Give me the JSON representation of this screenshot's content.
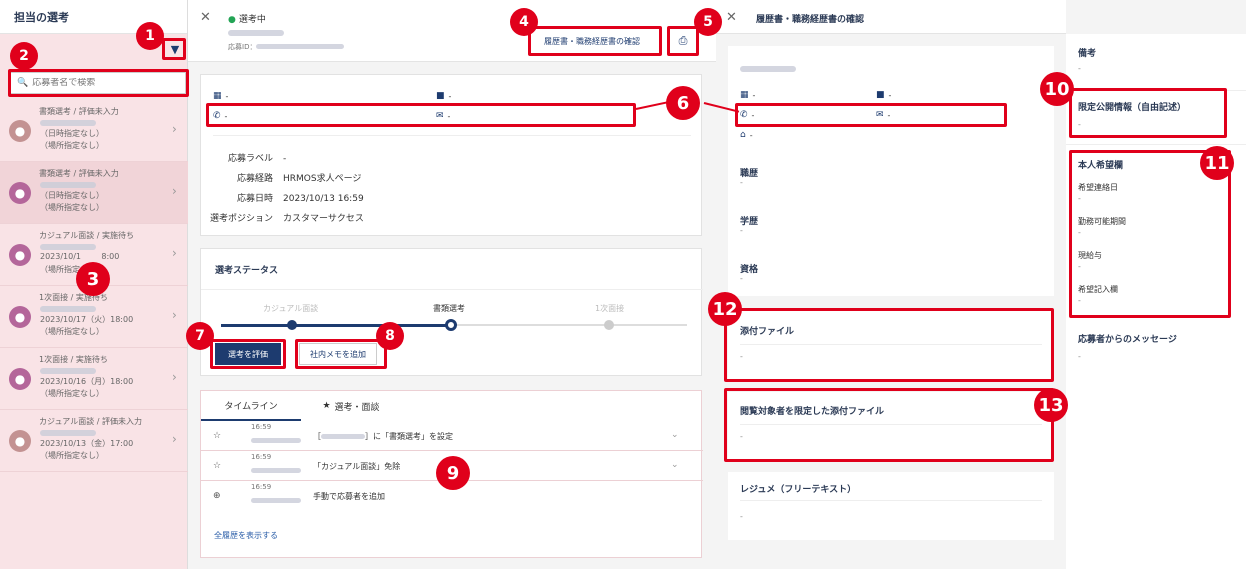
{
  "left": {
    "title": "担当の選考",
    "search_placeholder": "応募者名で検索",
    "candidates": [
      {
        "stage": "書類選考 / 評価未入力",
        "l1": "（日時指定なし）",
        "l2": "（場所指定なし）"
      },
      {
        "stage": "書類選考 / 評価未入力",
        "l1": "（日時指定なし）",
        "l2": "（場所指定なし）"
      },
      {
        "stage": "カジュアル面談 / 実施待ち",
        "l1": "2023/10/1",
        "l1b": "8:00",
        "l2": "（場所指定なし）"
      },
      {
        "stage": "1次面接 / 実施待ち",
        "l1": "2023/10/17（火）18:00",
        "l2": "（場所指定なし）"
      },
      {
        "stage": "1次面接 / 実施待ち",
        "l1": "2023/10/16（月）18:00",
        "l2": "（場所指定なし）"
      },
      {
        "stage": "カジュアル面談 / 評価未入力",
        "l1": "2023/10/13（金）17:00",
        "l2": "（場所指定なし）"
      }
    ]
  },
  "middle": {
    "status": "選考中",
    "app_id_label": "応募ID：",
    "resume_button": "履歴書・職務経歴書の確認",
    "contact": {
      "company": "-",
      "job": "-",
      "phone": "-",
      "email": "-"
    },
    "details": [
      {
        "key": "応募ラベル",
        "value": "-"
      },
      {
        "key": "応募経路",
        "value": "HRMOS求人ページ"
      },
      {
        "key": "応募日時",
        "value": "2023/10/13 16:59"
      },
      {
        "key": "選考ポジション",
        "value": "カスタマーサクセス"
      }
    ],
    "status_title": "選考ステータス",
    "steps": [
      "カジュアル面談",
      "書類選考",
      "1次面接"
    ],
    "evaluate_button": "選考を評価",
    "memo_button": "社内メモを追加",
    "tabs": [
      "タイムライン",
      "選考・面談"
    ],
    "timeline": [
      {
        "time": "16:59",
        "text_prefix": "［",
        "text_suffix": "］に「書類選考」を設定"
      },
      {
        "time": "16:59",
        "text_prefix": "",
        "text_suffix": "「カジュアル面談」免除"
      },
      {
        "time": "16:59",
        "text_prefix": "",
        "text_suffix": "手動で応募者を追加"
      }
    ],
    "show_all": "全履歴を表示する"
  },
  "right": {
    "title": "履歴書・職務経歴書の確認",
    "contact": {
      "company": "-",
      "job": "-",
      "phone": "-",
      "email": "-",
      "home": "-"
    },
    "career": "職歴",
    "career_val": "-",
    "education": "学歴",
    "education_val": "-",
    "qualification": "資格",
    "qualification_val": "-",
    "attachments": "添付ファイル",
    "attachments_val": "-",
    "restricted_attachments": "閲覧対象者を限定した添付ファイル",
    "restricted_val": "-",
    "resume_text": "レジュメ（フリーテキスト）",
    "resume_text_val": "-",
    "side": {
      "remarks": "備考",
      "remarks_val": "-",
      "limited_info": "限定公開情報（自由記述）",
      "limited_val": "-",
      "wishes": "本人希望欄",
      "wish_items": [
        {
          "label": "希望連絡日",
          "value": "-"
        },
        {
          "label": "勤務可能期間",
          "value": "-"
        },
        {
          "label": "現給与",
          "value": "-"
        },
        {
          "label": "希望記入欄",
          "value": "-"
        }
      ],
      "message": "応募者からのメッセージ",
      "message_val": "-"
    }
  },
  "badges": [
    "1",
    "2",
    "3",
    "4",
    "5",
    "6",
    "7",
    "8",
    "9",
    "10",
    "11",
    "12",
    "13"
  ]
}
